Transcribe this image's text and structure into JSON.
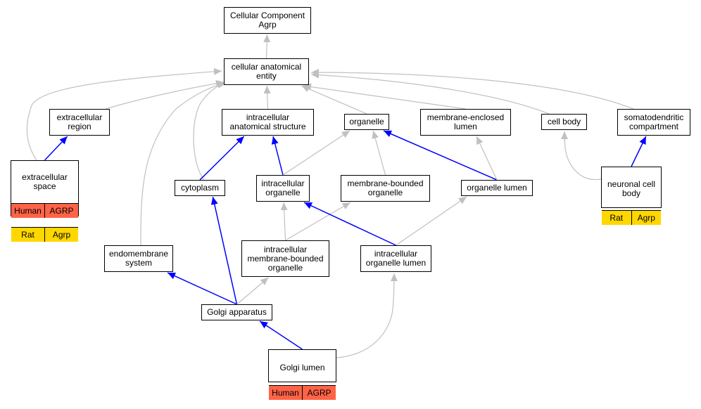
{
  "colors": {
    "is_a_edge": "#c0c0c0",
    "part_of_edge": "#0000ff",
    "human": "#FF6347",
    "rat": "#FFD700"
  },
  "nodes": {
    "root": "Cellular Component\nAgrp",
    "cellular_anatomical_entity": "cellular anatomical\nentity",
    "extracellular_region": "extracellular\nregion",
    "intracellular_anatomical_structure": "intracellular\nanatomical structure",
    "organelle": "organelle",
    "membrane_enclosed_lumen": "membrane-enclosed\nlumen",
    "cell_body": "cell body",
    "somatodendritic_compartment": "somatodendritic\ncompartment",
    "extracellular_space": "extracellular\nspace",
    "cytoplasm": "cytoplasm",
    "intracellular_organelle": "intracellular\norganelle",
    "membrane_bounded_organelle": "membrane-bounded\norganelle",
    "organelle_lumen": "organelle lumen",
    "neuronal_cell_body": "neuronal cell\nbody",
    "endomembrane_system": "endomembrane\nsystem",
    "intracellular_membrane_bounded_organelle": "intracellular\nmembrane-bounded\norganelle",
    "intracellular_organelle_lumen": "intracellular\norganelle lumen",
    "golgi_apparatus": "Golgi apparatus",
    "golgi_lumen": "Golgi lumen"
  },
  "annotations": {
    "extracellular_space": [
      {
        "species": "Human",
        "gene": "AGRP"
      },
      {
        "species": "Rat",
        "gene": "Agrp"
      }
    ],
    "neuronal_cell_body": [
      {
        "species": "Rat",
        "gene": "Agrp"
      }
    ],
    "golgi_lumen": [
      {
        "species": "Human",
        "gene": "AGRP"
      }
    ]
  },
  "edges": [
    {
      "from": "cellular_anatomical_entity",
      "to": "root",
      "relation": "is_a"
    },
    {
      "from": "extracellular_region",
      "to": "cellular_anatomical_entity",
      "relation": "is_a"
    },
    {
      "from": "intracellular_anatomical_structure",
      "to": "cellular_anatomical_entity",
      "relation": "is_a"
    },
    {
      "from": "organelle",
      "to": "cellular_anatomical_entity",
      "relation": "is_a"
    },
    {
      "from": "membrane_enclosed_lumen",
      "to": "cellular_anatomical_entity",
      "relation": "is_a"
    },
    {
      "from": "cell_body",
      "to": "cellular_anatomical_entity",
      "relation": "is_a"
    },
    {
      "from": "somatodendritic_compartment",
      "to": "cellular_anatomical_entity",
      "relation": "is_a"
    },
    {
      "from": "extracellular_space",
      "to": "cellular_anatomical_entity",
      "relation": "is_a"
    },
    {
      "from": "extracellular_space",
      "to": "extracellular_region",
      "relation": "part_of"
    },
    {
      "from": "cytoplasm",
      "to": "cellular_anatomical_entity",
      "relation": "is_a"
    },
    {
      "from": "cytoplasm",
      "to": "intracellular_anatomical_structure",
      "relation": "part_of"
    },
    {
      "from": "endomembrane_system",
      "to": "cellular_anatomical_entity",
      "relation": "is_a"
    },
    {
      "from": "intracellular_organelle",
      "to": "intracellular_anatomical_structure",
      "relation": "part_of"
    },
    {
      "from": "intracellular_organelle",
      "to": "organelle",
      "relation": "is_a"
    },
    {
      "from": "membrane_bounded_organelle",
      "to": "organelle",
      "relation": "is_a"
    },
    {
      "from": "organelle_lumen",
      "to": "organelle",
      "relation": "part_of"
    },
    {
      "from": "organelle_lumen",
      "to": "membrane_enclosed_lumen",
      "relation": "is_a"
    },
    {
      "from": "neuronal_cell_body",
      "to": "cell_body",
      "relation": "is_a"
    },
    {
      "from": "neuronal_cell_body",
      "to": "somatodendritic_compartment",
      "relation": "part_of"
    },
    {
      "from": "intracellular_membrane_bounded_organelle",
      "to": "intracellular_organelle",
      "relation": "is_a"
    },
    {
      "from": "intracellular_membrane_bounded_organelle",
      "to": "membrane_bounded_organelle",
      "relation": "is_a"
    },
    {
      "from": "intracellular_organelle_lumen",
      "to": "intracellular_organelle",
      "relation": "part_of"
    },
    {
      "from": "intracellular_organelle_lumen",
      "to": "organelle_lumen",
      "relation": "is_a"
    },
    {
      "from": "golgi_apparatus",
      "to": "endomembrane_system",
      "relation": "part_of"
    },
    {
      "from": "golgi_apparatus",
      "to": "cytoplasm",
      "relation": "part_of"
    },
    {
      "from": "golgi_apparatus",
      "to": "intracellular_membrane_bounded_organelle",
      "relation": "is_a"
    },
    {
      "from": "golgi_lumen",
      "to": "golgi_apparatus",
      "relation": "part_of"
    },
    {
      "from": "golgi_lumen",
      "to": "intracellular_organelle_lumen",
      "relation": "is_a"
    }
  ]
}
